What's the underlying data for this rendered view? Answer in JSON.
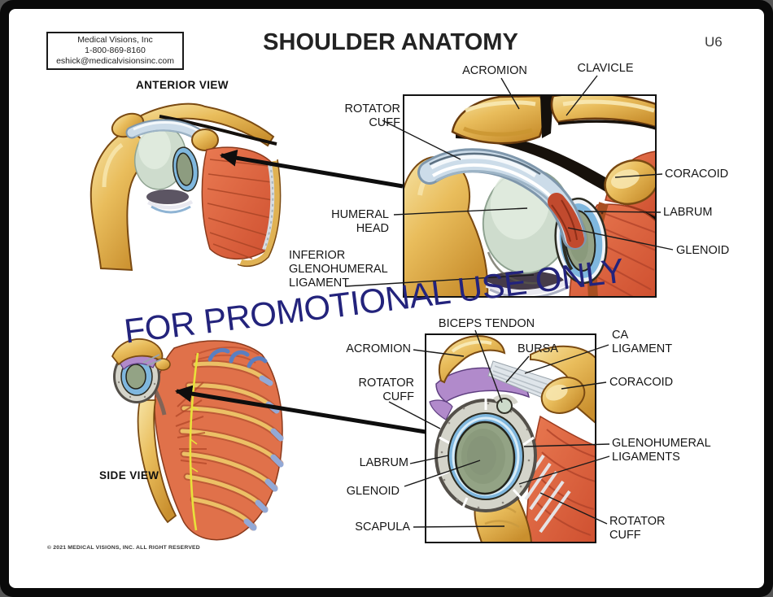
{
  "poster": {
    "title": "SHOULDER ANATOMY",
    "code": "U6",
    "watermark": "FOR PROMOTIONAL USE ONLY",
    "copyright": "© 2021 MEDICAL VISIONS, INC. ALL RIGHT RESERVED"
  },
  "contact": {
    "company": "Medical Visions, Inc",
    "phone": "1-800-869-8160",
    "email": "eshick@medicalvisionsinc.com"
  },
  "anterior": {
    "heading": "ANTERIOR VIEW",
    "labels": {
      "acromion": "ACROMION",
      "clavicle": "CLAVICLE",
      "rotator_cuff": "ROTATOR\nCUFF",
      "humeral_head": "HUMERAL\nHEAD",
      "inferior_glenohumeral_ligament": "INFERIOR\nGLENOHUMERAL\nLIGAMENT",
      "coracoid": "CORACOID",
      "labrum": "LABRUM",
      "glenoid": "GLENOID"
    }
  },
  "side": {
    "heading": "SIDE VIEW",
    "labels": {
      "biceps_tendon": "BICEPS TENDON",
      "acromion": "ACROMION",
      "bursa": "BURSA",
      "ca_ligament": "CA\nLIGAMENT",
      "coracoid": "CORACOID",
      "rotator_cuff_upper": "ROTATOR\nCUFF",
      "glenohumeral_ligaments": "GLENOHUMERAL\nLIGAMENTS",
      "labrum": "LABRUM",
      "glenoid": "GLENOID",
      "scapula": "SCAPULA",
      "rotator_cuff_lower": "ROTATOR\nCUFF"
    }
  },
  "colors": {
    "bone": "#e9bd5c",
    "muscle": "#dc6440",
    "tendon_blue": "#ccdce9",
    "cartilage": "#cedccd",
    "glenoid_green": "#93a385",
    "labrum_blue": "#7fb7de",
    "bursa_purple": "#b18acb",
    "watermark_navy": "#23237c"
  }
}
